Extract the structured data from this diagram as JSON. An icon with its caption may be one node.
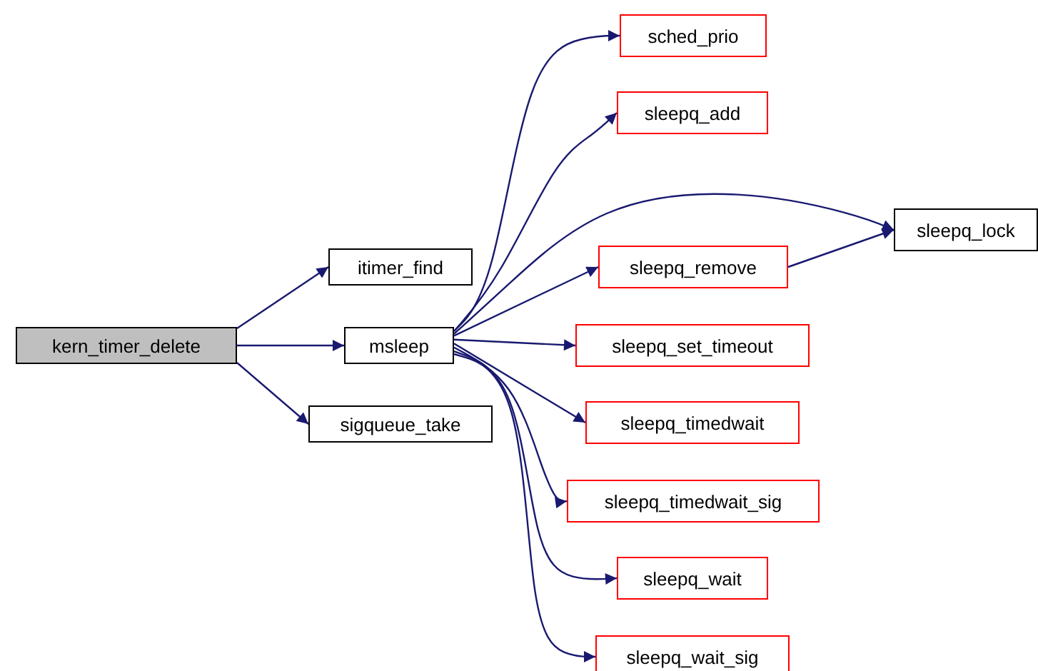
{
  "diagram": {
    "nodes": [
      {
        "text": [
          "kern_timer_delete"
        ]
      },
      {
        "text": [
          "itimer_find"
        ]
      },
      {
        "text": [
          "msleep"
        ]
      },
      {
        "text": [
          "sigqueue_take"
        ]
      },
      {
        "text": [
          "sched_prio"
        ]
      },
      {
        "text": [
          "sleepq_add"
        ]
      },
      {
        "text": [
          "sleepq_lock"
        ]
      },
      {
        "text": [
          "sleepq_remove"
        ]
      },
      {
        "text": [
          "sleepq_set_timeout"
        ]
      },
      {
        "text": [
          "sleepq_timedwait"
        ]
      },
      {
        "text": [
          "sleepq_timedwait_sig"
        ]
      },
      {
        "text": [
          "sleepq_wait"
        ]
      },
      {
        "text": [
          "sleepq_wait_sig"
        ]
      }
    ],
    "edges": [
      {
        "from": 0,
        "to": 1,
        "arrow": "to"
      },
      {
        "from": 0,
        "to": 2,
        "arrow": "to"
      },
      {
        "from": 0,
        "to": 3,
        "arrow": "to"
      },
      {
        "from": 2,
        "to": 4,
        "arrow": "to"
      },
      {
        "from": 2,
        "to": 5,
        "arrow": "to"
      },
      {
        "from": 2,
        "to": 6,
        "arrow": "to"
      },
      {
        "from": 2,
        "to": 7,
        "arrow": "to"
      },
      {
        "from": 2,
        "to": 8,
        "arrow": "to"
      },
      {
        "from": 2,
        "to": 9,
        "arrow": "to"
      },
      {
        "from": 2,
        "to": 10,
        "arrow": "to"
      },
      {
        "from": 2,
        "to": 11,
        "arrow": "to"
      },
      {
        "from": 2,
        "to": 12,
        "arrow": "to"
      },
      {
        "from": 7,
        "to": 6,
        "arrow": "to"
      }
    ]
  }
}
